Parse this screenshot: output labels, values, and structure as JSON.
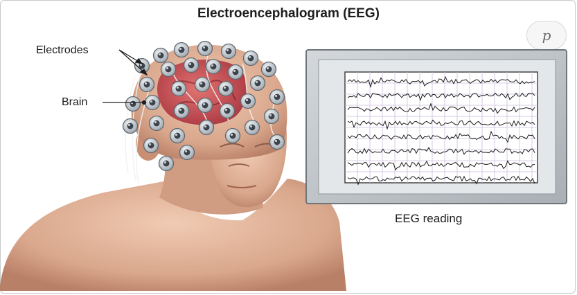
{
  "diagram": {
    "title": "Electroencephalogram (EEG)",
    "labels": {
      "electrodes": "Electrodes",
      "brain": "Brain",
      "eeg_reading": "EEG reading"
    },
    "pin_button_glyph": "p",
    "eeg_channels": 8,
    "colors": {
      "skin": "#e3b79e",
      "skin_shadow": "#c48a70",
      "brain": "#c8404a",
      "electrode": "#cfd6dc",
      "monitor_frame": "#bfc4c8",
      "monitor_screen": "#ffffff",
      "grid": "#cdbcdc",
      "trace": "#1a1a1a"
    }
  }
}
